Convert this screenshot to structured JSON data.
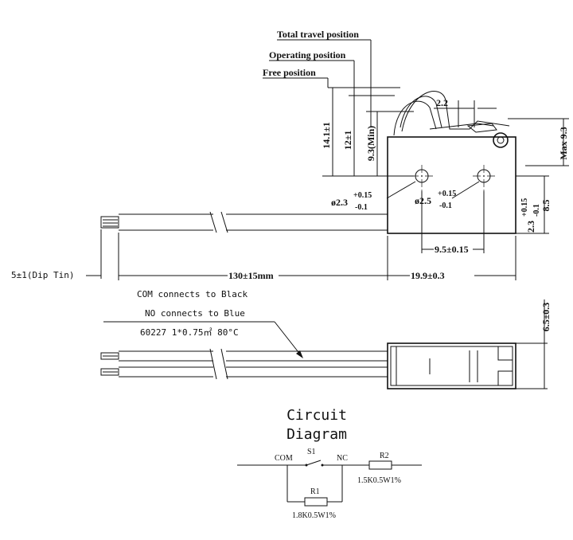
{
  "labels": {
    "total_travel": "Total travel position",
    "operating": "Operating position",
    "free": "Free position",
    "dim_141": "14.1±1",
    "dim_12": "12±1",
    "dim_93min": "9.3(Min)",
    "dim_22": "2.2",
    "dim_max93": "Max 9.3",
    "dim_85": "8.5",
    "hole1_main": "ø2.3",
    "hole1_plus": "+0.15",
    "hole1_minus": "-0.1",
    "hole2_main": "ø2.5",
    "hole2_plus": "+0.15",
    "hole2_minus": "-0.1",
    "dim_23_main": "2.3",
    "dim_23_plus": "+0.15",
    "dim_23_minus": "-0.1",
    "dim_95": "9.5±0.15",
    "dim_strip": "5±1(Dip Tin)",
    "dim_length": "130±15mm",
    "dim_width": "19.9±0.3",
    "dim_thick": "6.5±0.3"
  },
  "notes": {
    "com": "COM connects to Black",
    "no": "NO connects to Blue",
    "cable": "60227 1*0.75㎡ 80°C"
  },
  "circuit": {
    "title_line1": "Circuit",
    "title_line2": "Diagram",
    "com": "COM",
    "s1": "S1",
    "nc": "NC",
    "r1": "R1",
    "r1_value": "1.8K0.5W1%",
    "r2": "R2",
    "r2_value": "1.5K0.5W1%"
  }
}
